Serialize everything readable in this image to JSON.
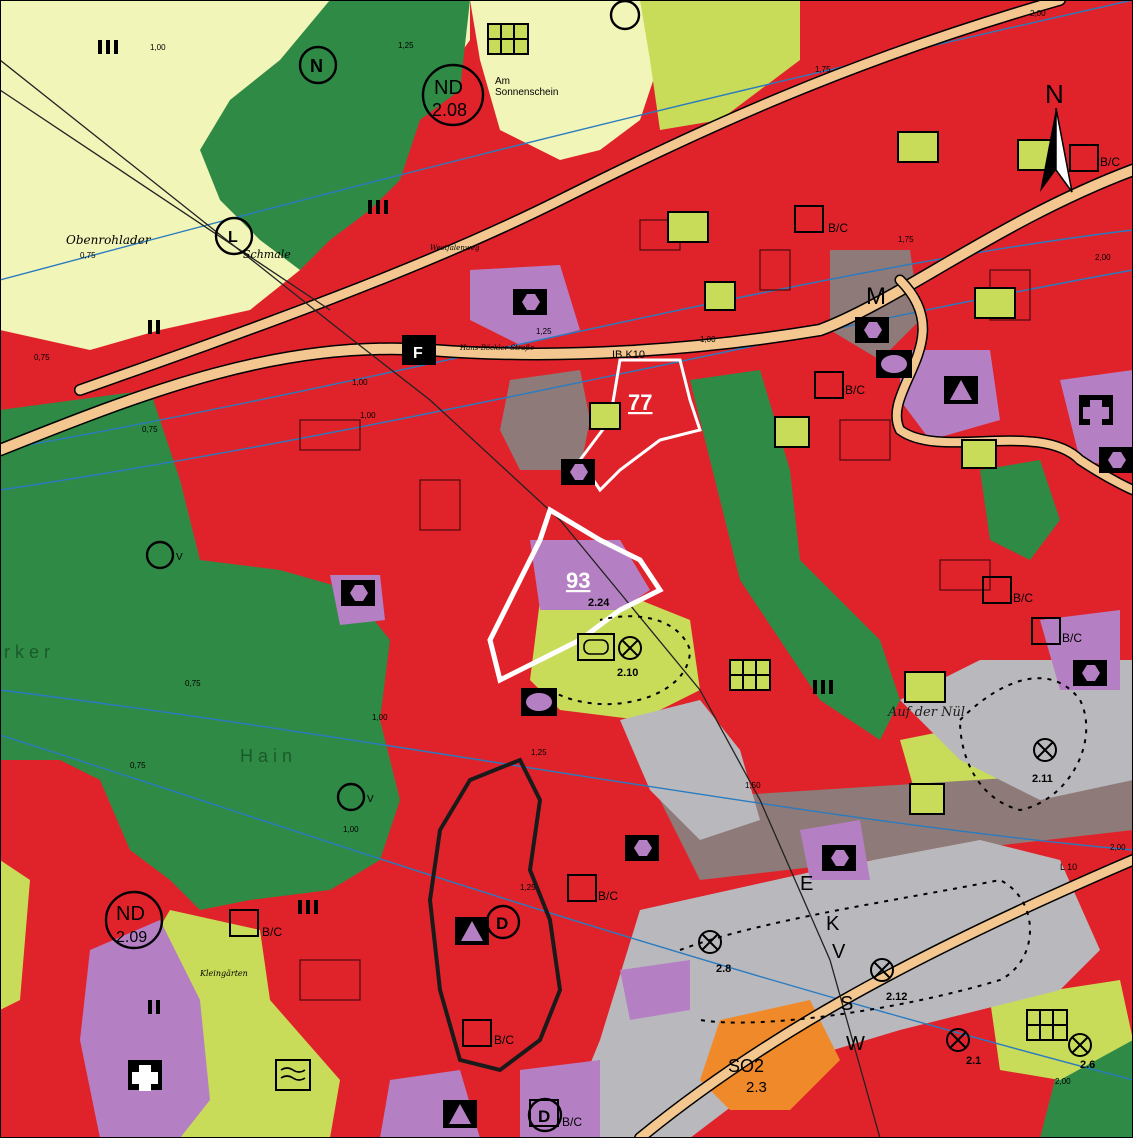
{
  "colors": {
    "residential": "#e0232b",
    "forest": "#2f8a45",
    "farmland": "#f2f5b8",
    "green_space": "#c8dc5a",
    "special_use": "#b57fc4",
    "mixed_use": "#8e7a78",
    "commercial": "#b9b9bd",
    "special_area": "#f0892a",
    "road": "#f3c78f",
    "highlight": "#ffffff",
    "contour": "#2a7bc0"
  },
  "labels": {
    "area_77": "77",
    "area_93": "93",
    "code_224": "2.24",
    "code_210": "2.10",
    "code_211": "2.11",
    "code_28": "2.8",
    "code_212": "2.12",
    "code_21": "2.1",
    "code_26": "2.6",
    "code_23": "2.3",
    "so2": "SO2",
    "zone_m": "M",
    "zone_f": "F",
    "zone_n_top": "N",
    "zone_l": "L",
    "zone_d1": "D",
    "zone_d2": "D",
    "zone_e": "E",
    "zone_k": "K",
    "zone_v": "V",
    "zone_s": "S",
    "zone_w": "W",
    "nd_upper": "ND",
    "nd_upper_code": "2.08",
    "nd_lower": "ND",
    "nd_lower_code": "2.09",
    "north_arrow": "N",
    "place_obenrohlader": "Obenrohlader",
    "place_schmale": "Schmale",
    "place_am_sonnenschein": "Am\nSonnenschein",
    "place_hain": "H a i n",
    "place_rker": "r k e r",
    "place_auf_der_null": "Auf der Nül",
    "place_kleingarten": "Kleingärten",
    "road_k10": "IB K10",
    "road_hans_boeckler": "Hans-Böckler-Straße",
    "road_l10": "L 10",
    "road_westfalenweg": "Westfalenweg",
    "bc": "B/C",
    "v_lbl": "V",
    "val_100": "1,00",
    "val_125": "1,25",
    "val_075": "0,75",
    "val_150": "1,50",
    "val_175": "1,75",
    "val_200": "2,00"
  }
}
